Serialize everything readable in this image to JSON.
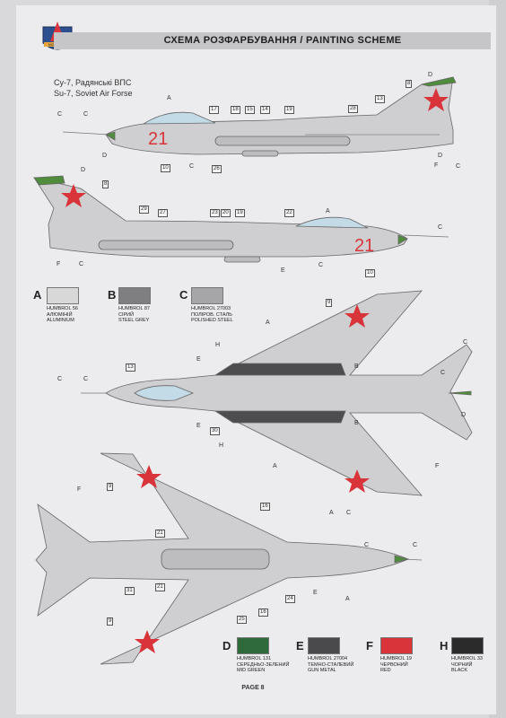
{
  "header": {
    "title": "СХЕМА РОЗФАРБУВАННЯ / PAINTING SCHEME",
    "logo_text": "MODELSVIT"
  },
  "caption": {
    "line1": "Су-7, Радянські ВПС",
    "line2": "Su-7, Soviet Air Forse"
  },
  "profile_top": {
    "numbers": [
      "17",
      "18",
      "15",
      "14",
      "19",
      "28",
      "13",
      "8",
      "10",
      "26"
    ],
    "code": "21",
    "callouts": [
      "C",
      "A",
      "C",
      "D",
      "C",
      "F",
      "D",
      "D",
      "C"
    ]
  },
  "profile_bottom": {
    "numbers": [
      "8",
      "29",
      "27",
      "23",
      "20",
      "19",
      "22",
      "10"
    ],
    "code": "21",
    "callouts": [
      "D",
      "C",
      "F",
      "C",
      "A",
      "E",
      "C"
    ]
  },
  "top_view": {
    "numbers": [
      "9",
      "13",
      "30"
    ],
    "callouts": [
      "C",
      "C",
      "H",
      "E",
      "A",
      "B",
      "C",
      "C",
      "A",
      "E",
      "B",
      "H",
      "D",
      "F"
    ]
  },
  "bottom_view": {
    "numbers": [
      "9",
      "16",
      "21",
      "31",
      "21",
      "9",
      "24",
      "25",
      "16"
    ],
    "callouts": [
      "F",
      "C",
      "A",
      "C",
      "C",
      "E",
      "A"
    ]
  },
  "paints_top": [
    {
      "letter": "A",
      "brand": "HUMBROL 56",
      "name_ua": "АЛЮМІНІЙ",
      "name_en": "ALUMINIUM",
      "color": "#d8d8d8"
    },
    {
      "letter": "B",
      "brand": "HUMBROL 87",
      "name_ua": "СІРИЙ",
      "name_en": "STEEL GREY",
      "color": "#7f7f81"
    },
    {
      "letter": "C",
      "brand": "HUMBROL 27003",
      "name_ua": "ПОЛІРОВ. СТАЛЬ",
      "name_en": "POLISHED STEEL",
      "color": "#a6a6a8"
    }
  ],
  "paints_bottom": [
    {
      "letter": "D",
      "brand": "HUMBROL 131",
      "name_ua": "СЕРЕДНЬО-ЗЕЛЕНИЙ",
      "name_en": "MID GREEN",
      "color": "#2f6b3a"
    },
    {
      "letter": "E",
      "brand": "HUMBROL 27004",
      "name_ua": "ТЕМНО-СТАЛЕВИЙ",
      "name_en": "GUN METAL",
      "color": "#4a4a4c"
    },
    {
      "letter": "F",
      "brand": "HUMBROL 19",
      "name_ua": "ЧЕРВОНИЙ",
      "name_en": "RED",
      "color": "#d8343a"
    },
    {
      "letter": "H",
      "brand": "HUMBROL 33",
      "name_ua": "ЧОРНИЙ",
      "name_en": "BLACK",
      "color": "#2b2b2b"
    }
  ],
  "footer": {
    "page": "PAGE 8"
  },
  "colors": {
    "aircraft": "#cfcfd1",
    "outline": "#666666",
    "star": "#d8343a",
    "green": "#4f8d3c",
    "panel_dark": "#4d4d4f",
    "canopy": "#c3dbe6"
  }
}
